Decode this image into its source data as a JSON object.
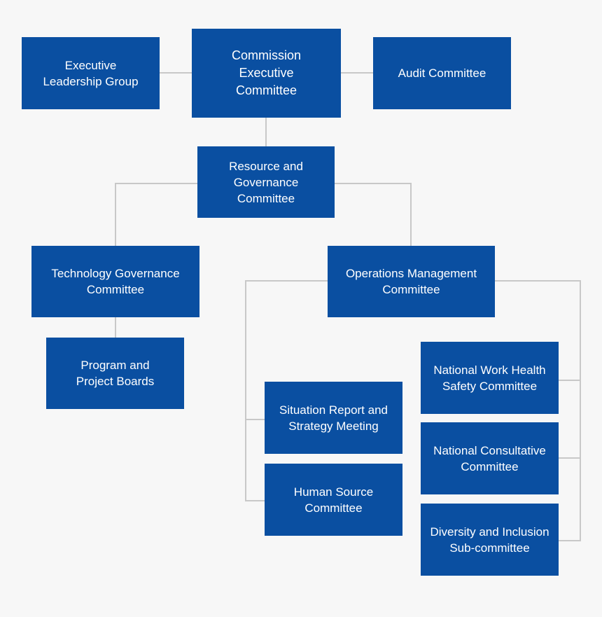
{
  "diagram": {
    "colors": {
      "node_fill": "#0a4fa1",
      "node_text": "#ffffff",
      "connector": "#c8c8c8",
      "background": "#f7f7f7"
    },
    "nodes": {
      "executive_leadership_group": "Executive\nLeadership Group",
      "commission_executive_committee": "Commission\nExecutive\nCommittee",
      "audit_committee": "Audit Committee",
      "resource_and_governance_committee": "Resource and\nGovernance Committee",
      "technology_governance_committee": "Technology Governance\nCommittee",
      "operations_management_committee": "Operations Management\nCommittee",
      "program_and_project_boards": "Program and\nProject Boards",
      "situation_report_and_strategy_meeting": "Situation Report and\nStrategy Meeting",
      "human_source_committee": "Human Source\nCommittee",
      "national_work_health_safety_committee": "National Work Health\nSafety Committee",
      "national_consultative_committee": "National Consultative\nCommittee",
      "diversity_and_inclusion_subcommittee": "Diversity and Inclusion\nSub-committee"
    }
  }
}
